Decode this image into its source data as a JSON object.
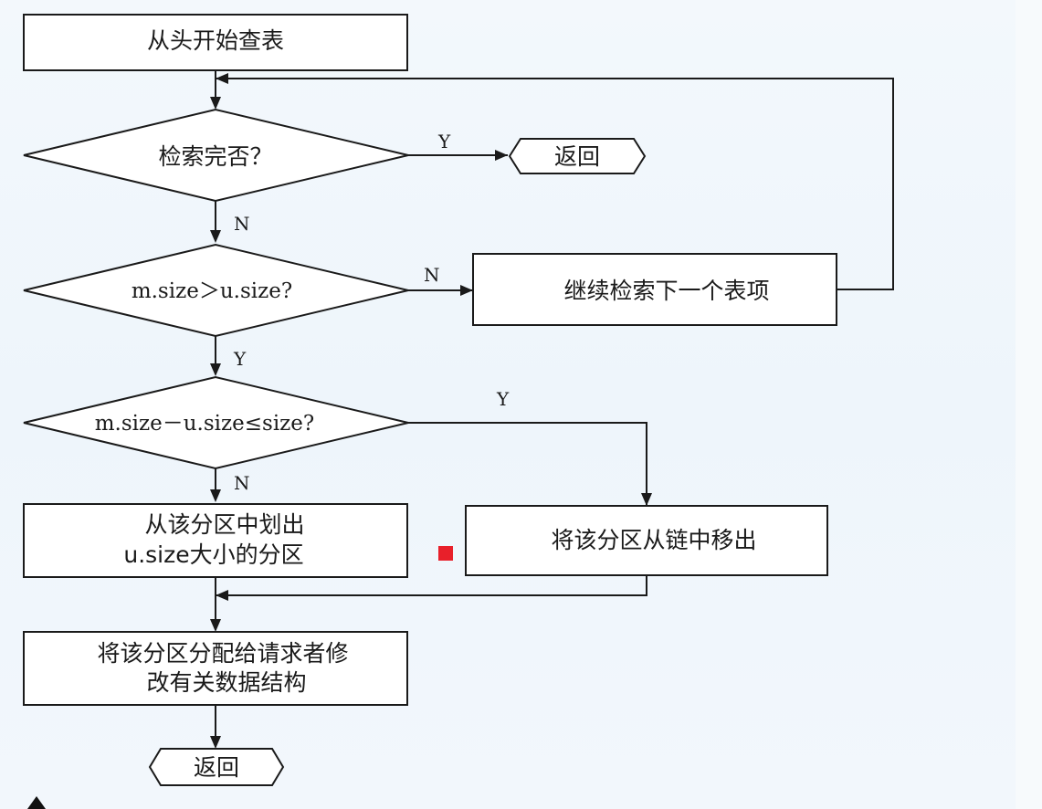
{
  "nodes": {
    "start": "从头开始查表",
    "check_done": "检索完否？",
    "return_top": "返回",
    "size_compare": "m.size＞u.size?",
    "next_entry": "继续检索下一个表项",
    "diff_compare": "m.size－u.size≤size?",
    "split_line1": "从该分区中划出",
    "split_line2": "u.size大小的分区",
    "remove_from_chain": "将该分区从链中移出",
    "allocate_line1": "将该分区分配给请求者修",
    "allocate_line2": "改有关数据结构",
    "return_bottom": "返回"
  },
  "edge_labels": {
    "done_yes": "Y",
    "done_no": "N",
    "size_no": "N",
    "size_yes": "Y",
    "diff_yes": "Y",
    "diff_no": "N"
  },
  "colors": {
    "marker": "#e8202a",
    "stroke": "#1a1a1a",
    "background": "#eef5fb"
  }
}
